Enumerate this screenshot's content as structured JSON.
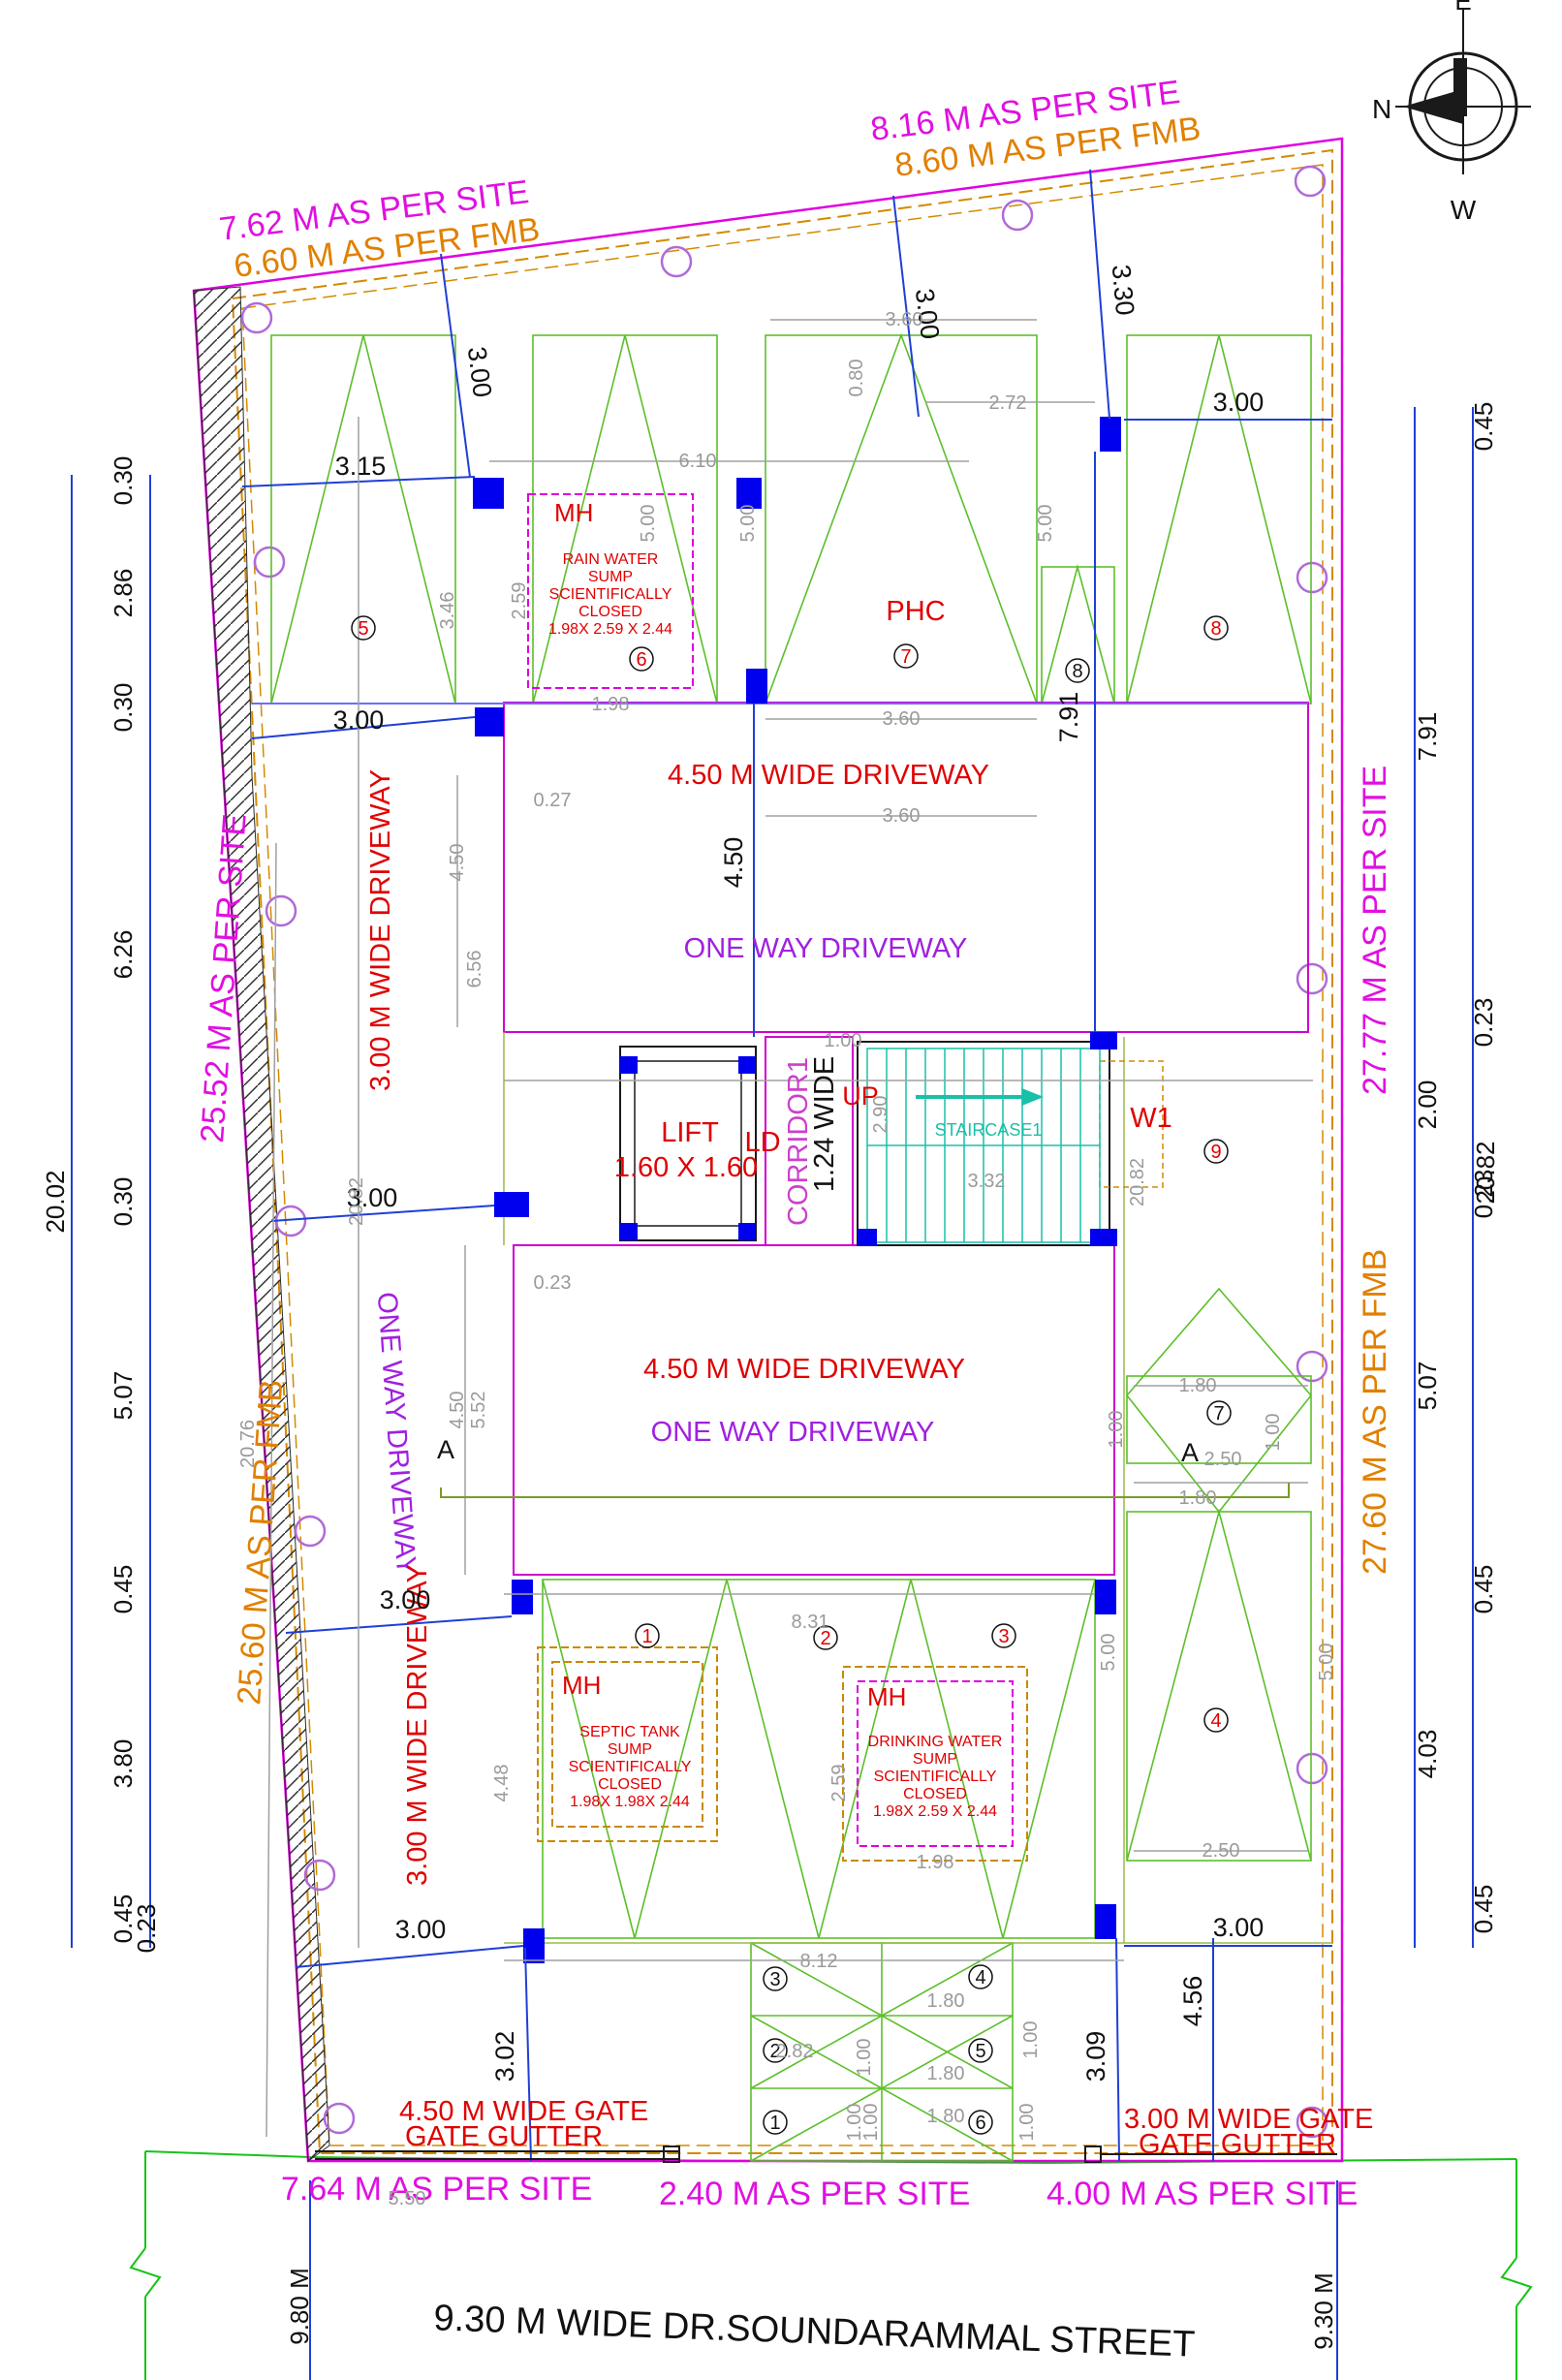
{
  "boundary": {
    "north_top": {
      "site": "7.62 M AS PER SITE",
      "fmb": "6.60 M AS PER FMB"
    },
    "north_right": {
      "site": "8.16 M AS PER SITE",
      "fmb": "8.60 M AS PER FMB"
    },
    "left": {
      "site": "25.52 M AS PER SITE",
      "fmb": "25.60 M AS PER FMB"
    },
    "right": {
      "site": "27.77 M AS PER SITE",
      "fmb": "27.60 M AS PER FMB"
    },
    "bottom": {
      "left": "7.64 M AS PER SITE",
      "mid": "2.40 M AS PER SITE",
      "right": "4.00 M AS PER SITE"
    }
  },
  "compass": {
    "e": "E",
    "n": "N",
    "w": "W"
  },
  "street": {
    "name": "9.30 M WIDE DR.SOUNDARAMMAL STREET",
    "left_width": "9.80 M",
    "right_width": "9.30 M"
  },
  "gates": {
    "left": {
      "l1": "4.50 M WIDE GATE",
      "l2": "GATE GUTTER"
    },
    "right": {
      "l1": "3.00 M WIDE GATE",
      "l2": "GATE GUTTER"
    }
  },
  "driveways": {
    "upper": "4.50 M WIDE DRIVEWAY",
    "lower": "4.50 M WIDE DRIVEWAY",
    "one_way_upper": "ONE WAY DRIVEWAY",
    "one_way_lower": "ONE WAY DRIVEWAY",
    "one_way_vertical": "ONE WAY DRIVEWAY",
    "side_upper": "3.00 M WIDE DRIVEWAY",
    "side_lower": "3.00 M WIDE DRIVEWAY"
  },
  "rooms": {
    "phc": "PHC",
    "lift": {
      "l1": "LIFT",
      "l2": "1.60 X 1.60"
    },
    "ld": "LD",
    "corridor": "CORRIDOR1",
    "corridor_width": "1.24 WIDE",
    "up": "UP",
    "staircase": "STAIRCASE1",
    "w1": "W1"
  },
  "sumps": {
    "rain": {
      "mh": "MH",
      "lines": [
        "RAIN WATER",
        "SUMP",
        "SCIENTIFICALLY",
        "CLOSED",
        "1.98X 2.59 X 2.44"
      ]
    },
    "septic": {
      "mh": "MH",
      "lines": [
        "SEPTIC TANK",
        "SUMP",
        "SCIENTIFICALLY",
        "CLOSED",
        "1.98X 1.98X 2.44"
      ]
    },
    "drinking": {
      "mh": "MH",
      "lines": [
        "DRINKING WATER",
        "SUMP",
        "SCIENTIFICALLY",
        "CLOSED",
        "1.98X 2.59 X 2.44"
      ]
    }
  },
  "parking_numbers": [
    "5",
    "6",
    "7",
    "8",
    "9",
    "1",
    "2",
    "3",
    "4",
    "7"
  ],
  "gate_parking_numbers": [
    "3",
    "4",
    "2",
    "5",
    "1",
    "6"
  ],
  "markers": {
    "section_a_left": "A",
    "section_a_right": "A"
  },
  "left_dims": {
    "total": "20.02",
    "segments": [
      "0.30",
      "2.86",
      "0.30",
      "6.26",
      "0.30",
      "5.07",
      "0.45",
      "3.80",
      "0.45",
      "0.23"
    ]
  },
  "right_dims": {
    "total": "20.82",
    "segments": [
      "0.45",
      "7.91",
      "0.23",
      "2.00",
      "0.23",
      "5.07",
      "0.45",
      "4.03",
      "0.45"
    ]
  },
  "setbacks": {
    "top_left": "3.00",
    "top_mid": "3.00",
    "top_right": "3.30",
    "left_a": "3.15",
    "left_b": "3.00",
    "left_c": "3.00",
    "left_d": "3.00",
    "left_e": "3.00",
    "right_a": "3.00",
    "right_b": "3.00",
    "bottom_left": "3.02",
    "bottom_right": "3.09",
    "right_gate": "4.56",
    "drive_gap": "4.50",
    "stair_gap": "7.91"
  },
  "internal_dims": [
    "3.60",
    "2.72",
    "0.80",
    "6.10",
    "5.00",
    "5.00",
    "5.00",
    "3.46",
    "2.59",
    "1.98",
    "3.60",
    "3.60",
    "0.27",
    "4.50",
    "6.56",
    "20.82",
    "1.00",
    "2.90",
    "3.32",
    "20.82",
    "0.23",
    "4.50",
    "5.52",
    "1.80",
    "1.00",
    "1.00",
    "2.50",
    "1.80",
    "8.31",
    "5.00",
    "4.48",
    "2.59",
    "1.98",
    "2.50",
    "5.00",
    "8.12",
    "1.80",
    "2.82",
    "1.00",
    "1.00",
    "1.80",
    "1.00",
    "1.00",
    "1.80",
    "1.00",
    "20.76",
    "5.50"
  ]
}
